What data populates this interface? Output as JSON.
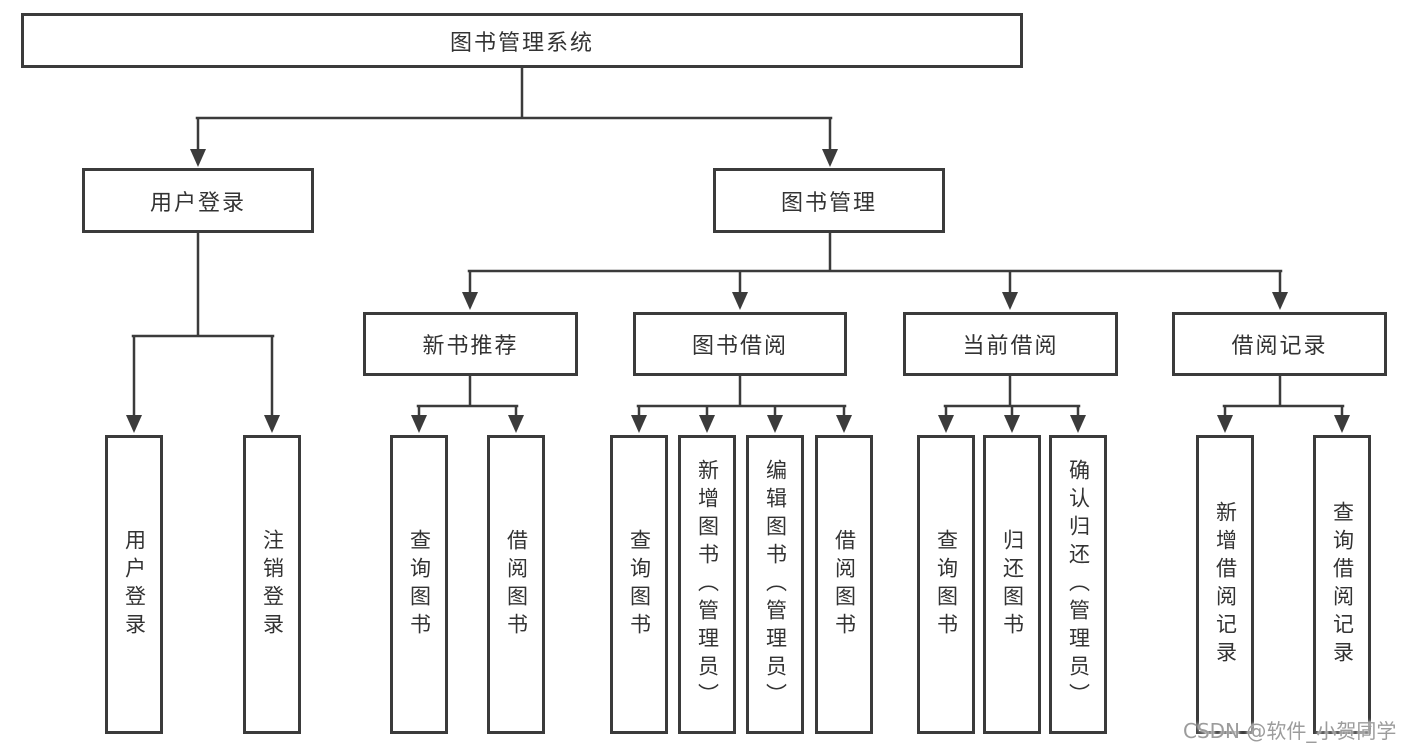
{
  "colors": {
    "line": "#3b3b3b",
    "box_border": "#3b3b3b",
    "text": "#333333",
    "background": "#ffffff",
    "watermark_text": "#9c9c9c"
  },
  "diagram": {
    "type": "tree-structure-chart",
    "root": {
      "label": "图书管理系统"
    },
    "branches": [
      {
        "label": "用户登录",
        "children": [
          "用户登录",
          "注销登录"
        ]
      },
      {
        "label": "图书管理",
        "sections": [
          {
            "label": "新书推荐",
            "children": [
              "查询图书",
              "借阅图书"
            ]
          },
          {
            "label": "图书借阅",
            "children": [
              "查询图书",
              "新增图书（管理员）",
              "编辑图书（管理员）",
              "借阅图书"
            ]
          },
          {
            "label": "当前借阅",
            "children": [
              "查询图书",
              "归还图书",
              "确认归还（管理员）"
            ]
          },
          {
            "label": "借阅记录",
            "children": [
              "新增借阅记录",
              "查询借阅记录"
            ]
          }
        ]
      }
    ]
  },
  "watermark": {
    "text": "CSDN @软件_小贺同学"
  }
}
